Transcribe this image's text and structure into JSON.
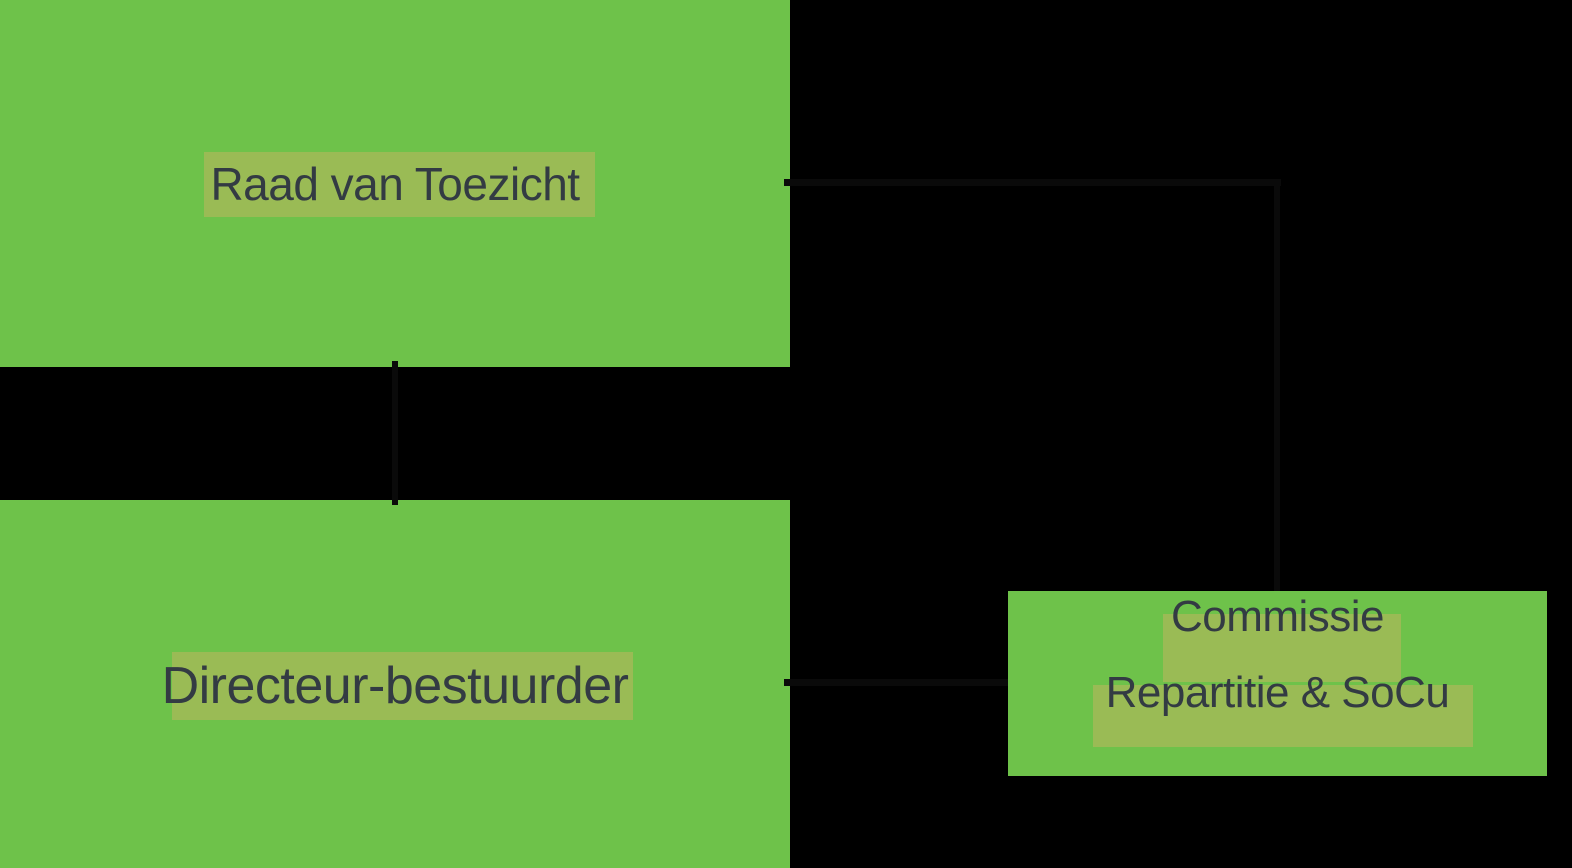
{
  "colors": {
    "background": "#000000",
    "node_fill": "#6ec24a",
    "highlight_fill": "#9abb55",
    "text_color": "#333b43",
    "connector_color": "#0a0a0a"
  },
  "nodes": {
    "raad_van_toezicht": {
      "label": "Raad van Toezicht"
    },
    "directeur_bestuurder": {
      "label": "Directeur-bestuurder"
    },
    "commissie_repartitie_socu": {
      "line1": "Commissie",
      "line2": "Repartitie & SoCu"
    }
  },
  "connectors": [
    {
      "from": "raad_van_toezicht",
      "to": "directeur_bestuurder"
    },
    {
      "from": "raad_van_toezicht",
      "to": "commissie_repartitie_socu"
    },
    {
      "from": "directeur_bestuurder",
      "to": "commissie_repartitie_socu"
    }
  ]
}
